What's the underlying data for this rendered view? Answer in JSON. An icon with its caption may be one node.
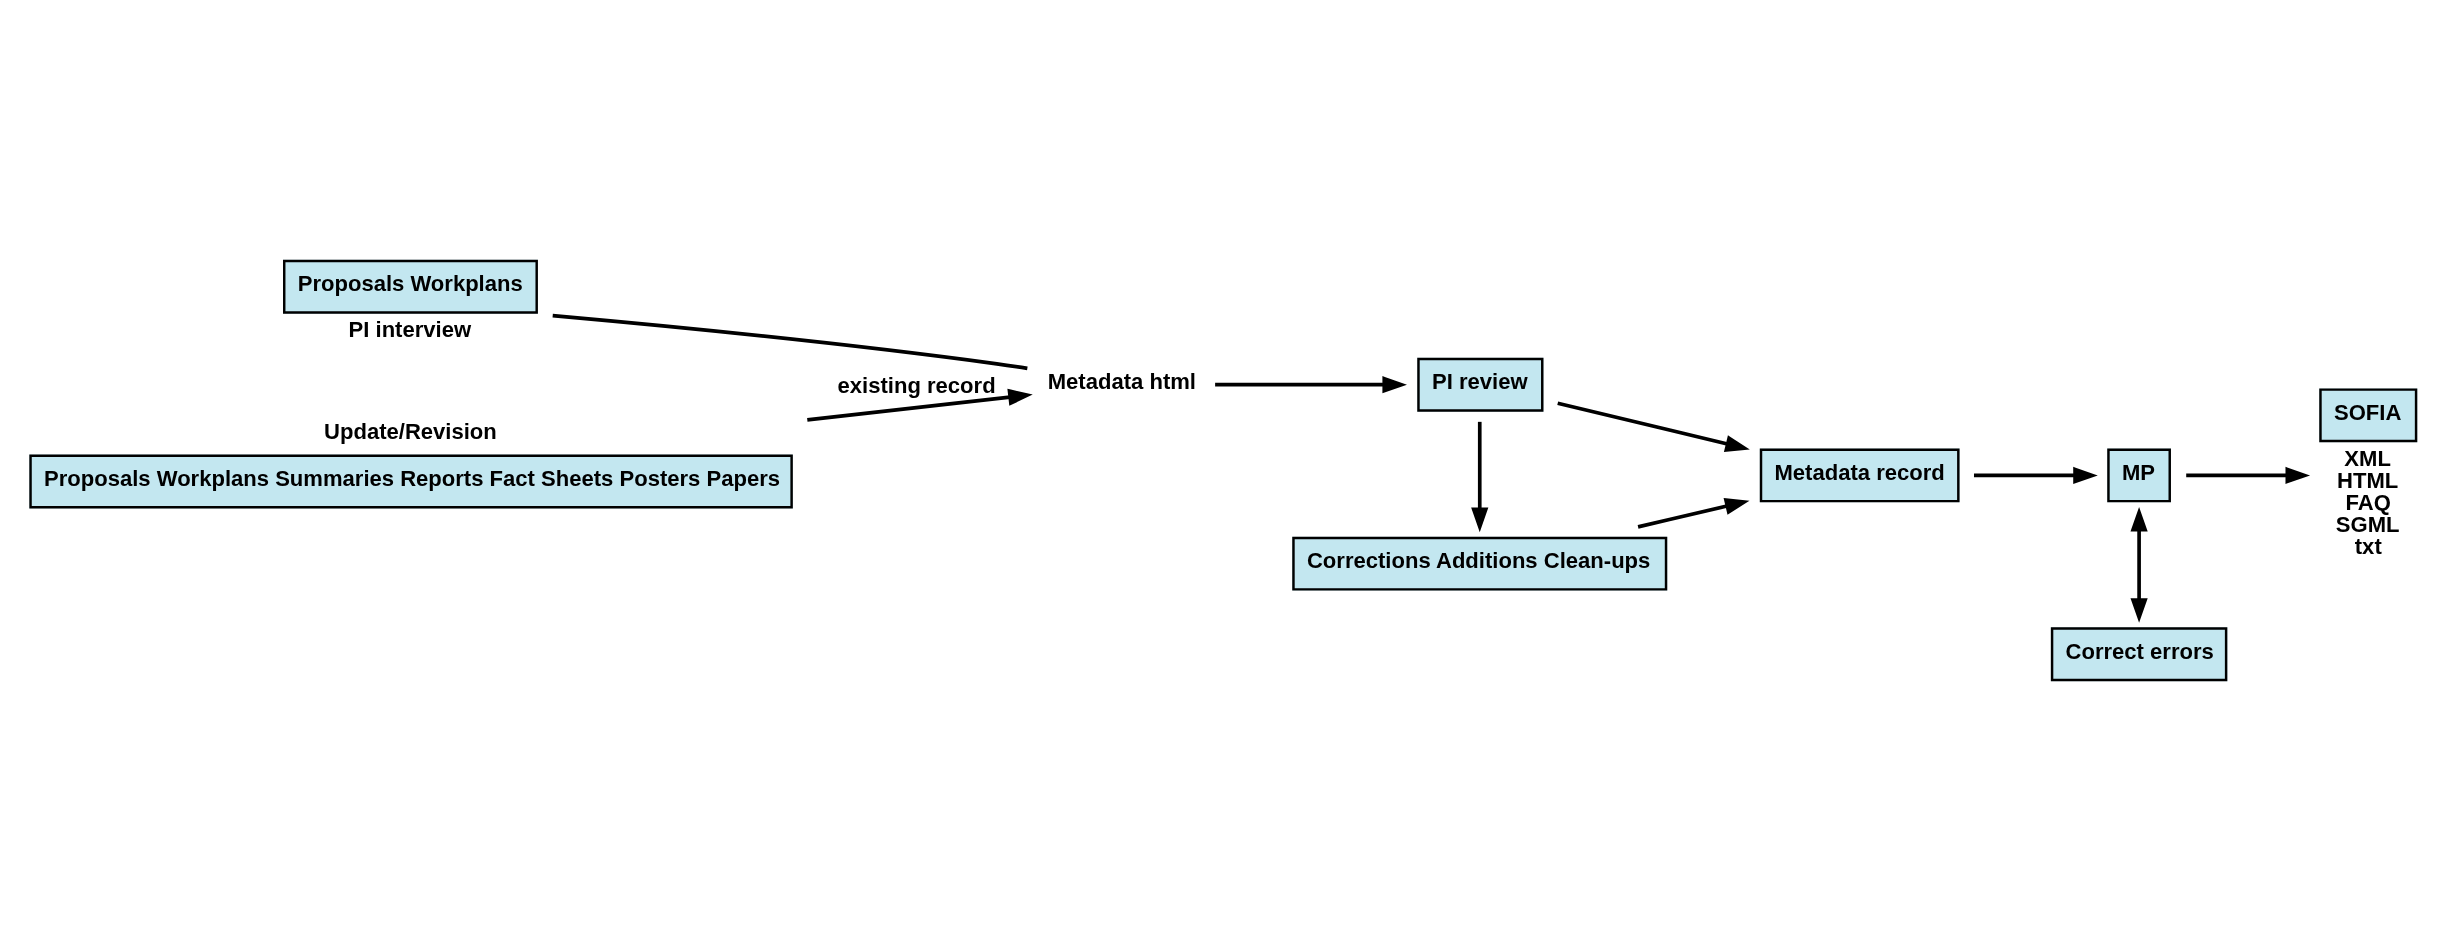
{
  "diagram": {
    "nodes": [
      {
        "text": [
          "Proposals Workplans"
        ],
        "beside": [
          "PI interview"
        ]
      },
      {
        "text": [
          "Metadata html"
        ]
      },
      {
        "text": [
          "PI review"
        ]
      },
      {
        "text": [
          "Metadata record"
        ]
      },
      {
        "text": [
          "MP"
        ]
      },
      {
        "text": [
          "SOFIA"
        ],
        "beside": [
          "XML",
          "HTML",
          "FAQ",
          "SGML",
          "txt"
        ]
      },
      {
        "text": [
          "Corrections Additions Clean-ups"
        ]
      },
      {
        "text": [
          "Correct errors"
        ]
      },
      {
        "text": [
          "Update/Revision",
          "Proposals Workplans Summaries Reports Fact Sheets Posters Papers"
        ]
      }
    ],
    "edges": [
      {
        "from": 0,
        "to": 1,
        "arrow": "none"
      },
      {
        "from": 1,
        "to": 2,
        "arrow": "to"
      },
      {
        "from": 2,
        "to": 3,
        "arrow": "to"
      },
      {
        "from": 3,
        "to": 4,
        "arrow": "to"
      },
      {
        "from": 4,
        "to": 5,
        "arrow": "to"
      },
      {
        "from": 2,
        "to": 6,
        "arrow": "to"
      },
      {
        "from": 6,
        "to": 3,
        "arrow": "to"
      },
      {
        "from": 4,
        "to": 7,
        "arrow": "both"
      },
      {
        "from": 8,
        "to": 1,
        "arrow": "to",
        "label": "existing record"
      }
    ]
  }
}
